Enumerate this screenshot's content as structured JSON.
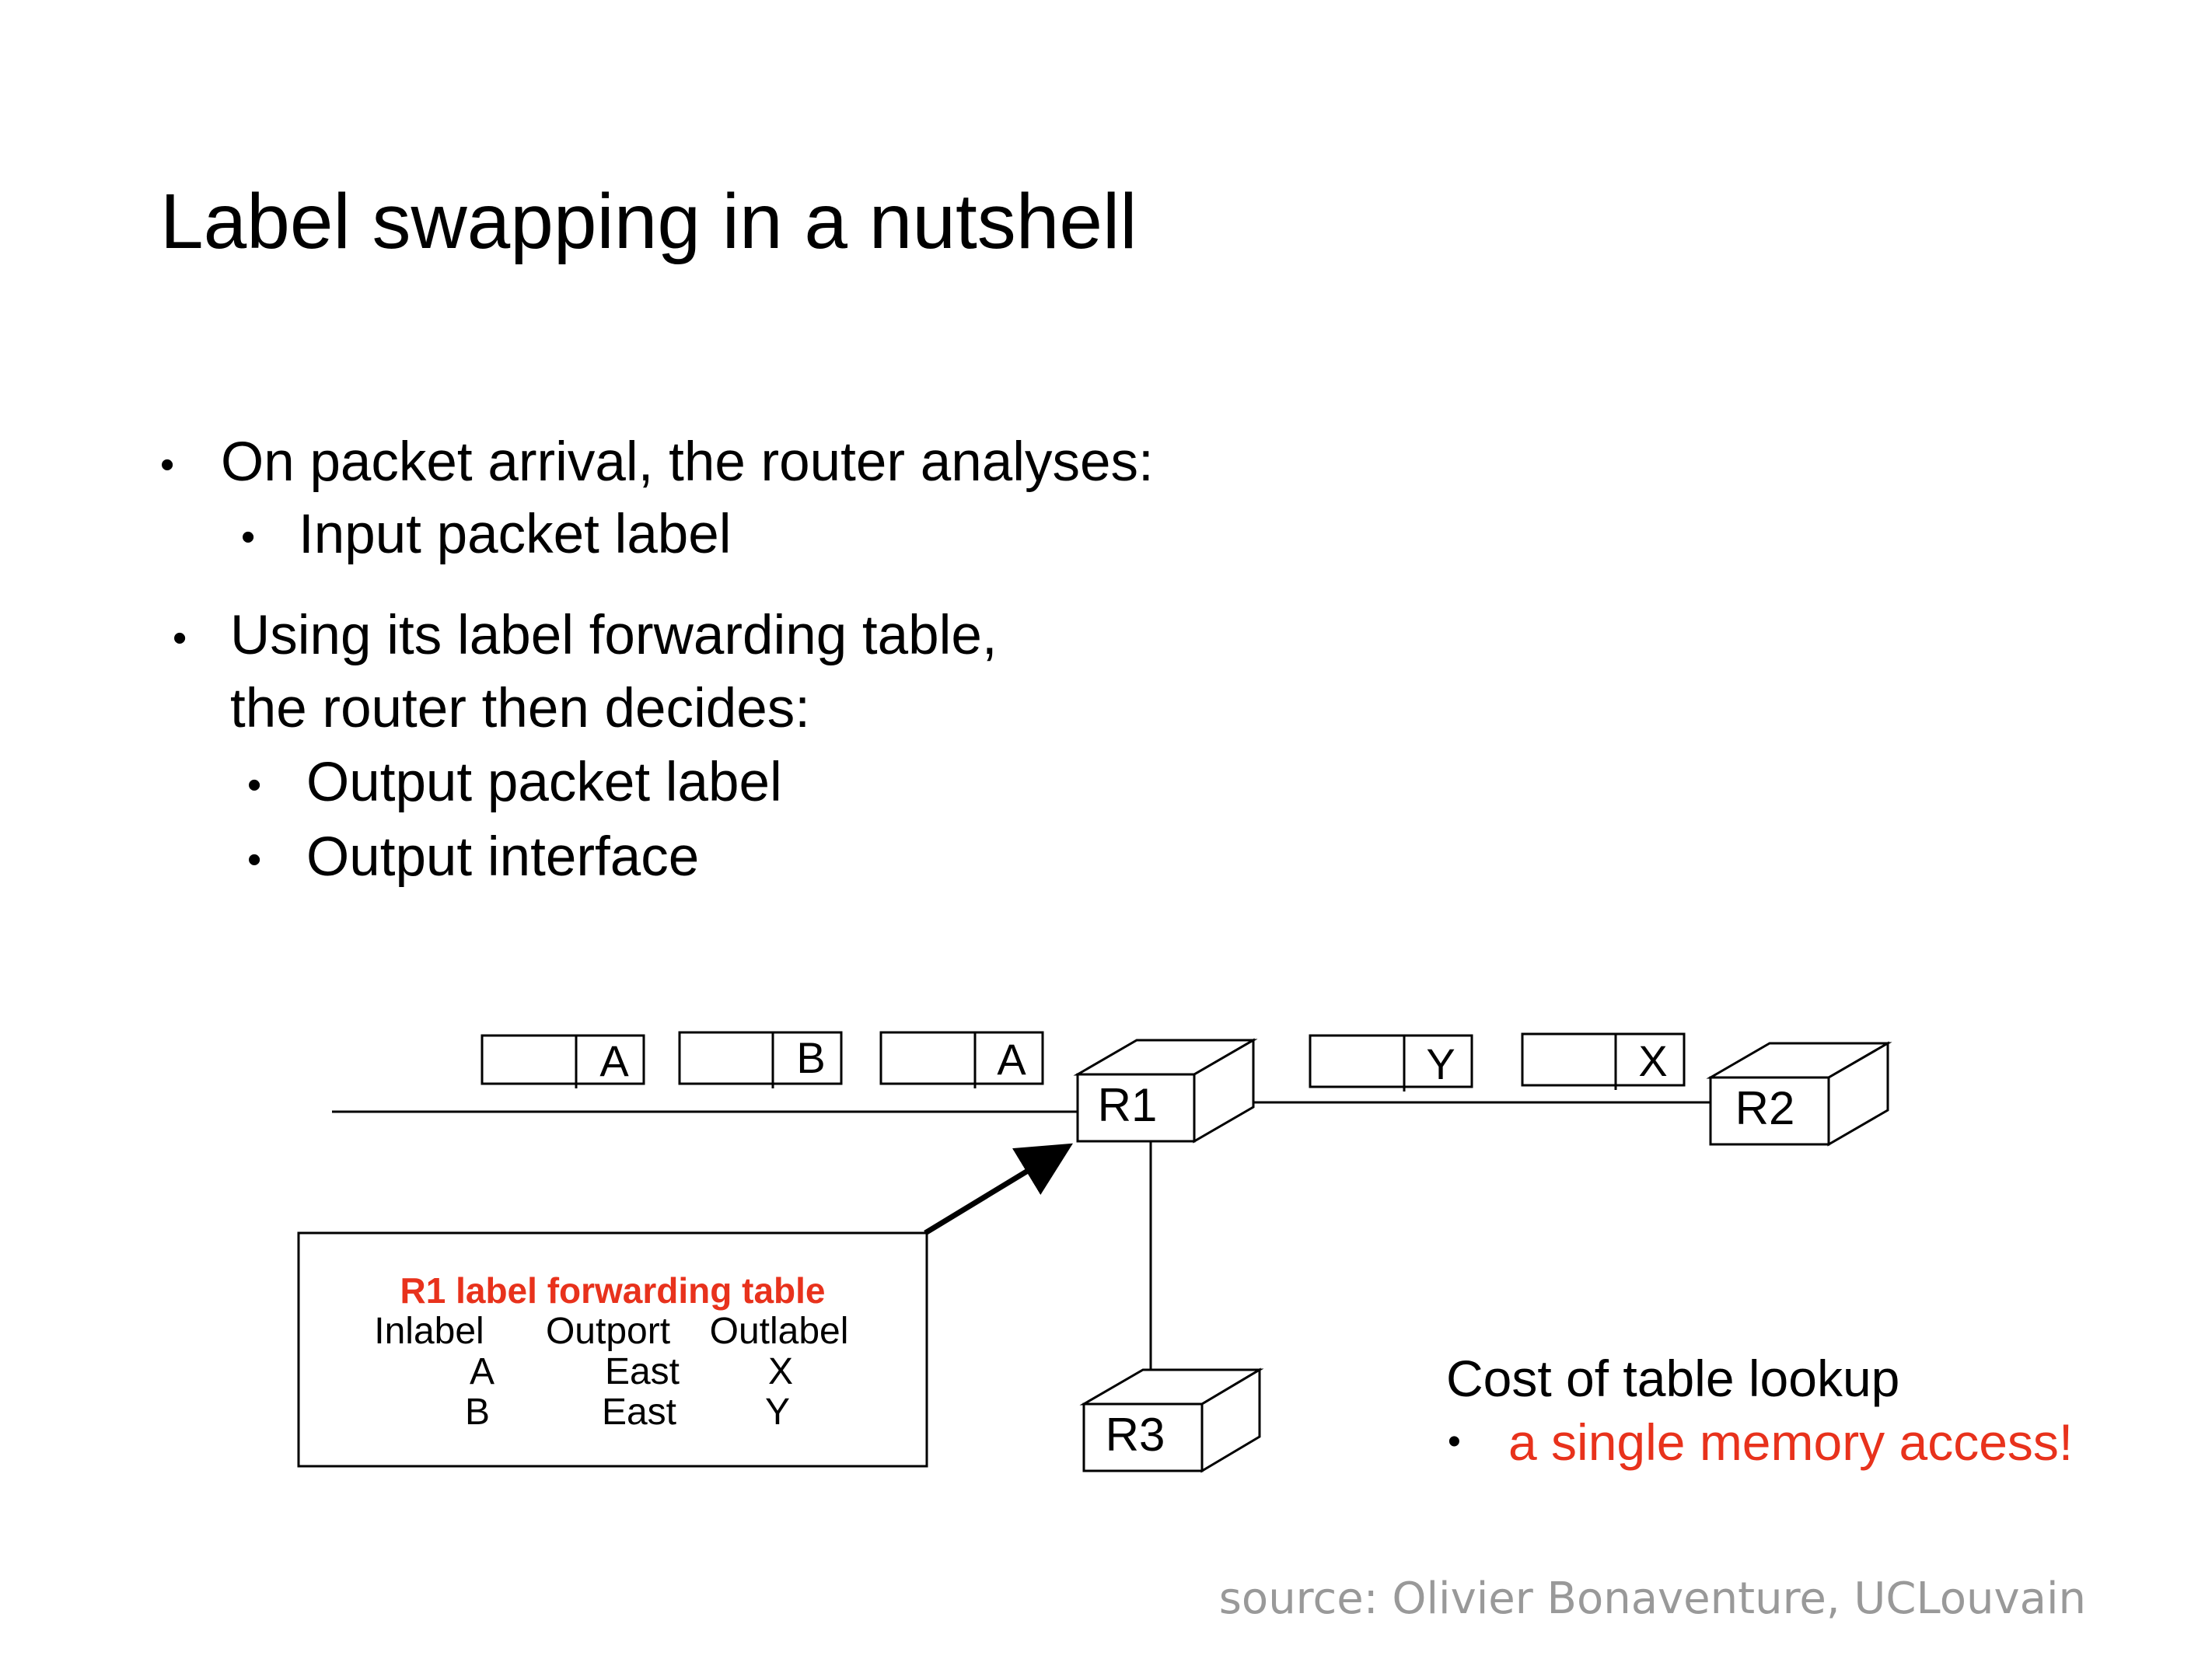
{
  "title": "Label swapping in a nutshell",
  "bullets": {
    "b1": "On packet arrival, the router analyses:",
    "b1_1": "Input packet label",
    "b2_line1": "Using its label forwarding table,",
    "b2_line2": "the router then decides:",
    "b2_1": "Output packet label",
    "b2_2": "Output interface"
  },
  "diagram": {
    "packets_in": [
      "A",
      "B",
      "A"
    ],
    "packets_out": [
      "Y",
      "X"
    ],
    "routers": [
      "R1",
      "R2",
      "R3"
    ],
    "table": {
      "title": "R1 label forwarding table",
      "headers": [
        "Inlabel",
        "Outport",
        "Outlabel"
      ],
      "rows": [
        [
          "A",
          "East",
          "X"
        ],
        [
          "B",
          "East",
          "Y"
        ]
      ]
    }
  },
  "cost": {
    "heading": "Cost of table lookup",
    "item": "a single memory access!"
  },
  "source": "source: Olivier Bonaventure, UCLouvain",
  "colors": {
    "accent_red": "#e8321c",
    "source_gray": "#999999",
    "text": "#000000"
  }
}
